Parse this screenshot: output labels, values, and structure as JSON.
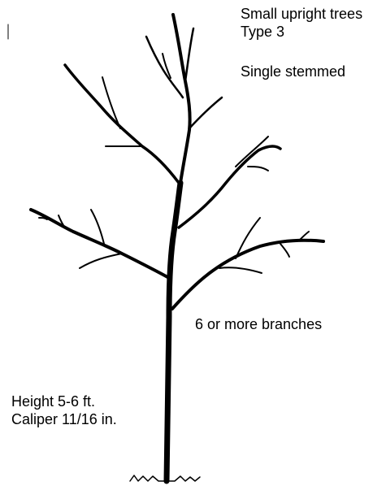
{
  "diagram": {
    "title_lines": [
      "Small upright trees",
      "Type 3"
    ],
    "form": "Single stemmed",
    "branch_note": "6 or more branches",
    "dimension_lines": [
      "Height 5-6 ft.",
      "Caliper 11/16 in."
    ],
    "ink_color": "#000000",
    "background_color": "#ffffff"
  }
}
